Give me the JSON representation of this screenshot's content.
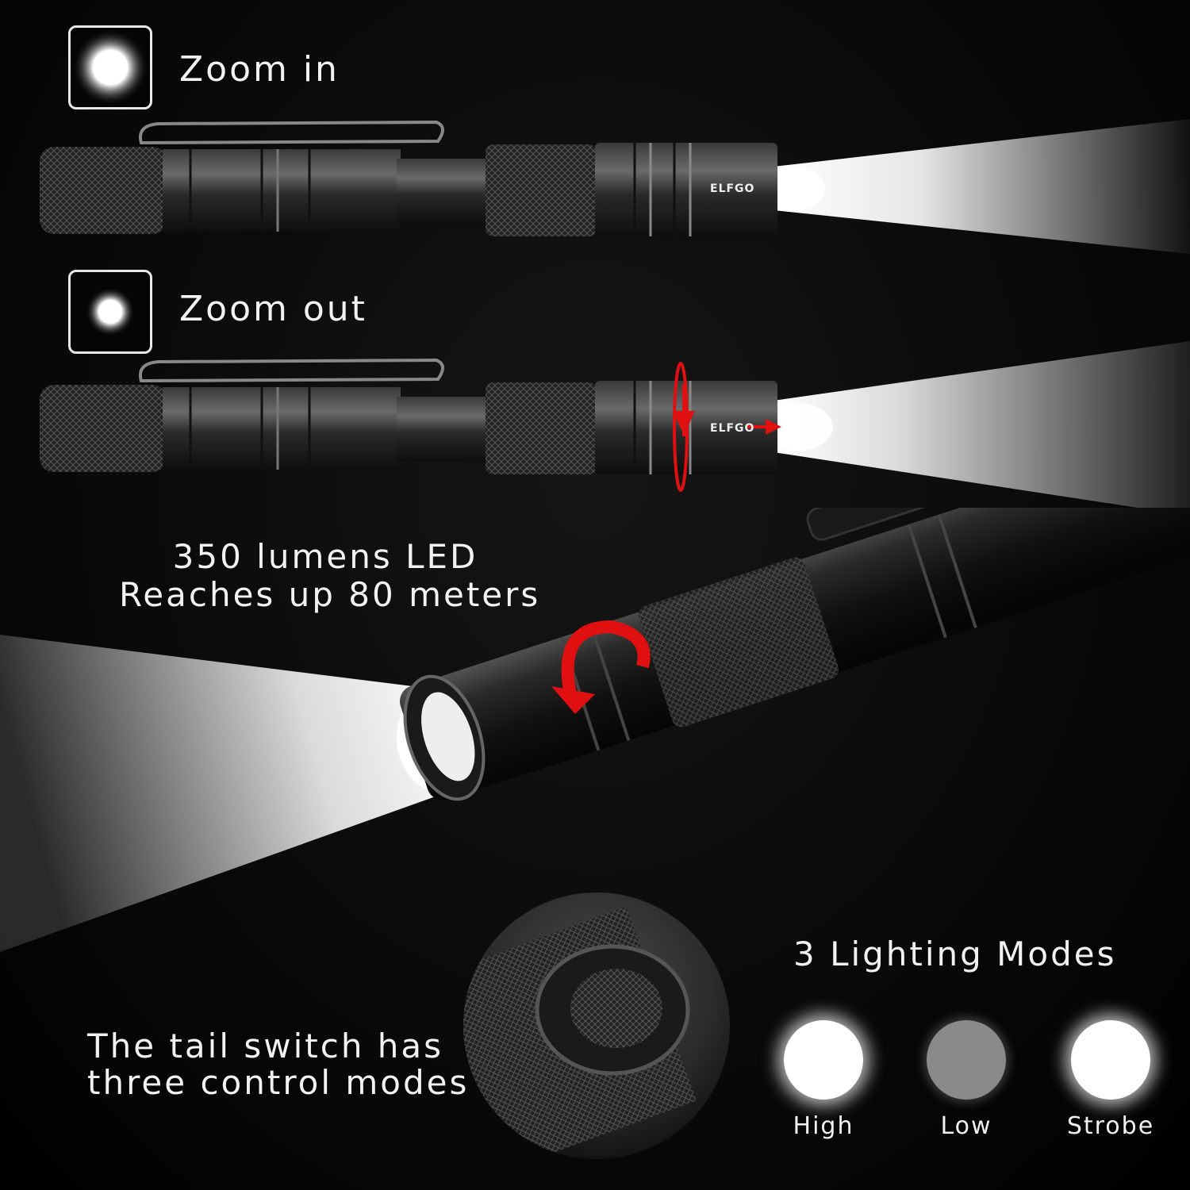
{
  "zoom_in": {
    "label": "Zoom in"
  },
  "zoom_out": {
    "label": "Zoom out"
  },
  "brand": {
    "logo_text": "ELFGO"
  },
  "specs": {
    "line1": "350 lumens LED",
    "line2": "Reaches up 80 meters"
  },
  "tail_switch": {
    "line1": "The tail switch has",
    "line2": "three control modes"
  },
  "lighting_modes": {
    "title": "3 Lighting Modes",
    "modes": [
      {
        "label": "High",
        "color": "#ffffff"
      },
      {
        "label": "Low",
        "color": "#8a8a8a"
      },
      {
        "label": "Strobe",
        "color": "#ffffff"
      }
    ]
  },
  "colors": {
    "background": "#0a0a0a",
    "beam": "#ffffff",
    "arrow": "#e01010",
    "body": "#1c1c1c"
  },
  "icons": [
    "zoom-in-icon",
    "zoom-out-icon",
    "rotate-arrow-icon",
    "flashlight-image",
    "tail-switch-closeup"
  ]
}
